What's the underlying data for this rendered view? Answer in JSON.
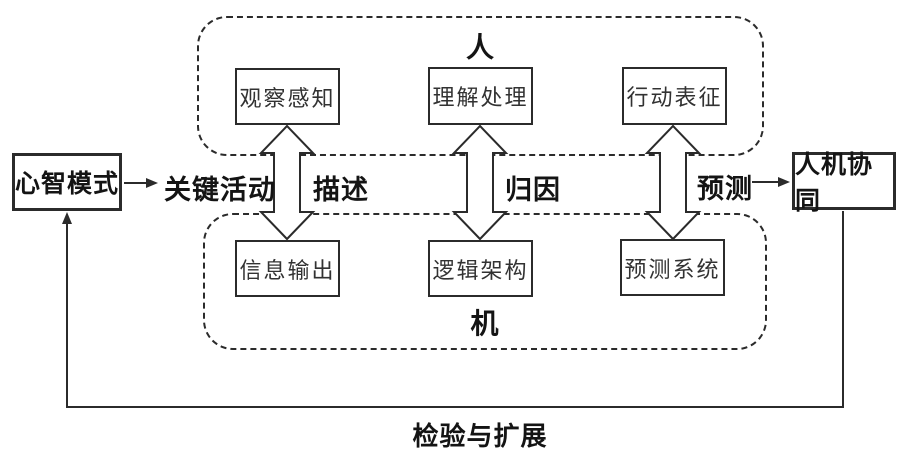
{
  "diagram": {
    "left_box": {
      "label": "心智模式"
    },
    "right_box": {
      "label": "人机协同"
    },
    "key_activities": {
      "label": "关键活动"
    },
    "band": {
      "describe": "描述",
      "attribution": "归因",
      "prediction": "预测"
    },
    "human_region": {
      "label": "人",
      "boxes": [
        {
          "label": "观察感知"
        },
        {
          "label": "理解处理"
        },
        {
          "label": "行动表征"
        }
      ]
    },
    "machine_region": {
      "label": "机",
      "boxes": [
        {
          "label": "信息输出"
        },
        {
          "label": "逻辑架构"
        },
        {
          "label": "预测系统"
        }
      ]
    },
    "feedback": {
      "label": "检验与扩展"
    },
    "colors": {
      "line": "#2b2b2b",
      "background": "#ffffff"
    }
  }
}
